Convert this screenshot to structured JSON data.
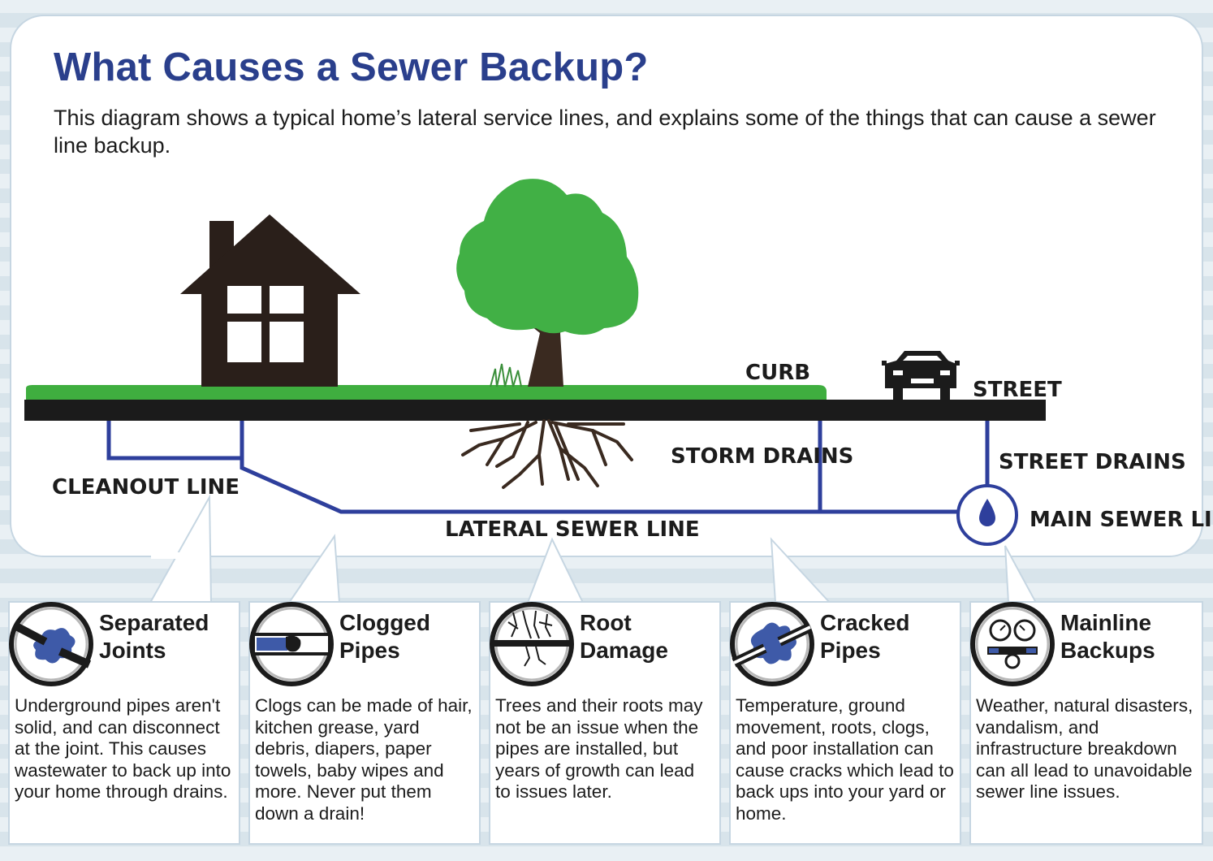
{
  "title": {
    "regular": "What Causes a ",
    "bold": "Sewer Backup",
    "end": "?"
  },
  "subtitle": "This diagram shows a typical home’s lateral service lines, and explains some of the things that can cause a sewer line backup.",
  "diagram_labels": {
    "curb": "CURB",
    "street": "STREET",
    "storm_drains": "STORM DRAINS",
    "street_drains": "STREET DRAINS",
    "cleanout_line": "CLEANOUT LINE",
    "lateral_sewer_line": "LATERAL SEWER LINE",
    "main_sewer_line": "MAIN SEWER LINE"
  },
  "cards": [
    {
      "title_line1": "Separated",
      "title_line2": "Joints",
      "icon": "separated-joint-icon",
      "body": "Underground pipes aren't solid, and can disconnect at the joint. This causes wastewater to back up into your home through drains."
    },
    {
      "title_line1": "Clogged",
      "title_line2": "Pipes",
      "icon": "clogged-pipe-icon",
      "body": "Clogs can be made of hair, kitchen grease, yard debris, diapers, paper towels, baby wipes and more. Never put them down a drain!"
    },
    {
      "title_line1": "Root",
      "title_line2": "Damage",
      "icon": "root-damage-icon",
      "body": "Trees and their roots may not be an issue when the pipes are installed, but years of growth can lead to issues later."
    },
    {
      "title_line1": "Cracked",
      "title_line2": "Pipes",
      "icon": "cracked-pipe-icon",
      "body": "Temperature, ground movement, roots, clogs, and poor installation can cause cracks which lead to back ups into your yard or home."
    },
    {
      "title_line1": "Mainline",
      "title_line2": "Backups",
      "icon": "pressure-gauge-icon",
      "body": "Weather, natural disasters, vandalism, and infrastructure breakdown can all lead to unavoidable sewer line issues."
    }
  ],
  "colors": {
    "title_blue": "#2a3f8c",
    "pipe_blue": "#2e3f9c",
    "grass_green": "#3fae3f",
    "tree_green": "#41b045",
    "ground_black": "#1b1b1b",
    "panel_border": "#c6d6e2"
  }
}
